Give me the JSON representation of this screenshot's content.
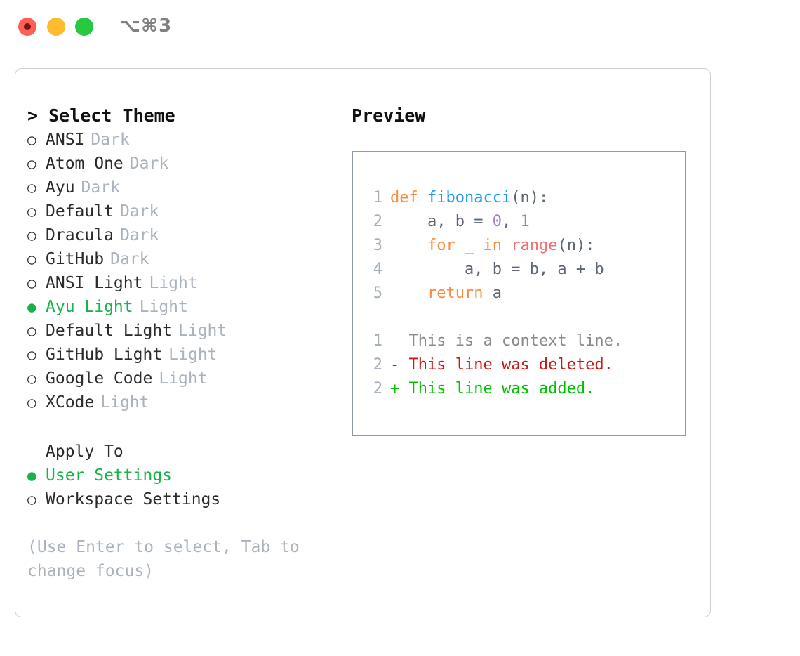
{
  "window": {
    "shortcut": "⌥⌘3",
    "traffic_lights": [
      {
        "name": "close",
        "color": "#ff5f57"
      },
      {
        "name": "minimize",
        "color": "#ffbd2e"
      },
      {
        "name": "maximize",
        "color": "#28c840"
      }
    ]
  },
  "theme_picker": {
    "heading": "> Select Theme",
    "selected_color": "#17b349",
    "muted_color": "#aab3bd",
    "items": [
      {
        "label": "ANSI",
        "tag": "Dark",
        "selected": false
      },
      {
        "label": "Atom One",
        "tag": "Dark",
        "selected": false
      },
      {
        "label": "Ayu",
        "tag": "Dark",
        "selected": false
      },
      {
        "label": "Default",
        "tag": "Dark",
        "selected": false
      },
      {
        "label": "Dracula",
        "tag": "Dark",
        "selected": false
      },
      {
        "label": "GitHub",
        "tag": "Dark",
        "selected": false
      },
      {
        "label": "ANSI Light",
        "tag": "Light",
        "selected": false
      },
      {
        "label": "Ayu Light",
        "tag": "Light",
        "selected": true
      },
      {
        "label": "Default Light",
        "tag": "Light",
        "selected": false
      },
      {
        "label": "GitHub Light",
        "tag": "Light",
        "selected": false
      },
      {
        "label": "Google Code",
        "tag": "Light",
        "selected": false
      },
      {
        "label": "XCode",
        "tag": "Light",
        "selected": false
      }
    ]
  },
  "apply_to": {
    "heading": "Apply To",
    "items": [
      {
        "label": "User Settings",
        "selected": true
      },
      {
        "label": "Workspace Settings",
        "selected": false
      }
    ]
  },
  "hint": "(Use Enter to select, Tab to change focus)",
  "preview": {
    "heading": "Preview",
    "code_lines": [
      {
        "n": "1",
        "tokens": [
          {
            "t": "def ",
            "c": "k-kw"
          },
          {
            "t": "fibonacci",
            "c": "k-fn"
          },
          {
            "t": "(",
            "c": "k-punc"
          },
          {
            "t": "n",
            "c": "k-var"
          },
          {
            "t": "):",
            "c": "k-punc"
          }
        ]
      },
      {
        "n": "2",
        "tokens": [
          {
            "t": "    a, b ",
            "c": "k-var"
          },
          {
            "t": "= ",
            "c": "k-punc"
          },
          {
            "t": "0",
            "c": "k-num"
          },
          {
            "t": ", ",
            "c": "k-punc"
          },
          {
            "t": "1",
            "c": "k-num"
          }
        ]
      },
      {
        "n": "3",
        "tokens": [
          {
            "t": "    ",
            "c": "k-var"
          },
          {
            "t": "for ",
            "c": "k-kw"
          },
          {
            "t": "_ ",
            "c": "k-var"
          },
          {
            "t": "in ",
            "c": "k-kw"
          },
          {
            "t": "range",
            "c": "k-blt"
          },
          {
            "t": "(",
            "c": "k-punc"
          },
          {
            "t": "n",
            "c": "k-var"
          },
          {
            "t": "):",
            "c": "k-punc"
          }
        ]
      },
      {
        "n": "4",
        "tokens": [
          {
            "t": "        a, b ",
            "c": "k-var"
          },
          {
            "t": "= ",
            "c": "k-punc"
          },
          {
            "t": "b, a ",
            "c": "k-var"
          },
          {
            "t": "+ ",
            "c": "k-punc"
          },
          {
            "t": "b",
            "c": "k-var"
          }
        ]
      },
      {
        "n": "5",
        "tokens": [
          {
            "t": "    ",
            "c": "k-var"
          },
          {
            "t": "return ",
            "c": "k-kw"
          },
          {
            "t": "a",
            "c": "k-var"
          }
        ]
      }
    ],
    "diff_lines": [
      {
        "n": "1",
        "marker": "  ",
        "text": "This is a context line.",
        "kind": "d-ctx"
      },
      {
        "n": "2",
        "marker": "- ",
        "text": "This line was deleted.",
        "kind": "d-del"
      },
      {
        "n": "2",
        "marker": "+ ",
        "text": "This line was added.",
        "kind": "d-add"
      }
    ]
  },
  "syntax_colors": {
    "keyword": "#fa8d3e",
    "function": "#1f9cf0",
    "builtin": "#f07171",
    "number": "#a37acc",
    "punctuation": "#5c6773",
    "line_number": "#a3adbb",
    "diff_context": "#8a8a8a",
    "diff_deleted": "#c41a16",
    "diff_added": "#00c000"
  }
}
